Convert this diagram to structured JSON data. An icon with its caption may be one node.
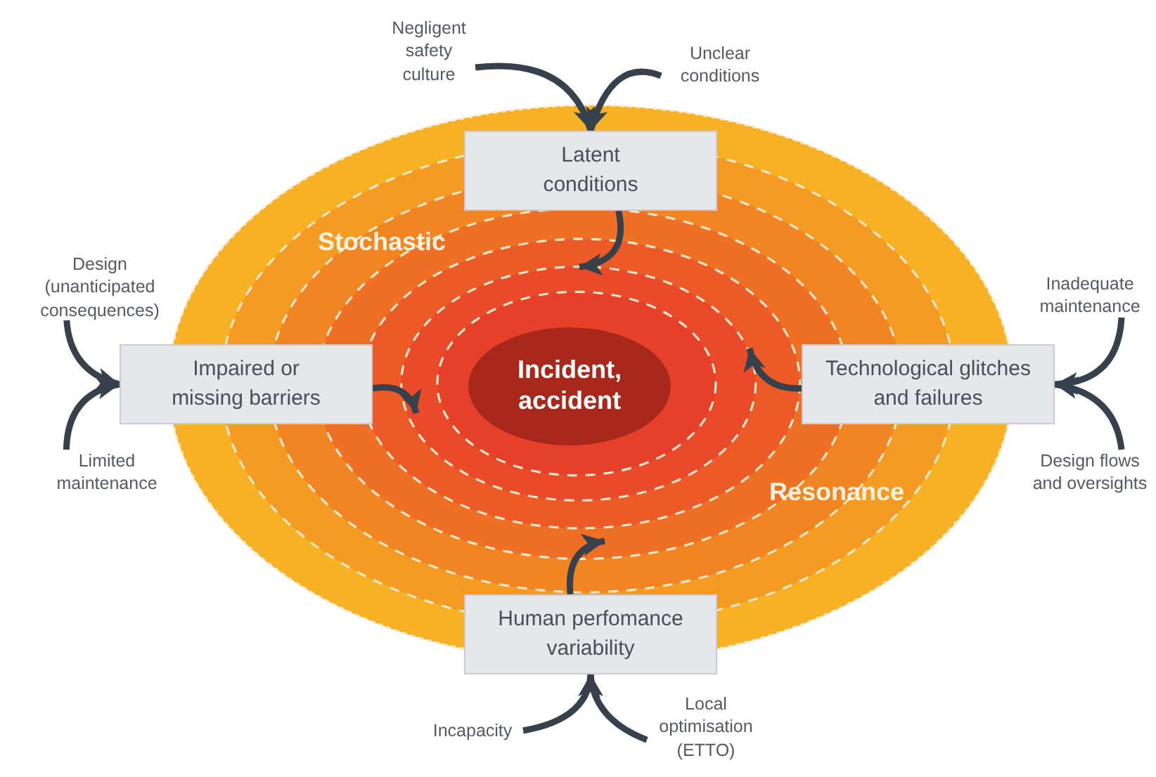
{
  "diagram": {
    "nodes": [
      {
        "text": [
          "Negligent safety culture"
        ]
      },
      {
        "text": [
          "Unclear conditions"
        ]
      },
      {
        "text": [
          "Latent conditions"
        ]
      },
      {
        "text": [
          "Design (unanticipated consequences)"
        ]
      },
      {
        "text": [
          "Limited maintenance"
        ]
      },
      {
        "text": [
          "Impaired or missing barriers"
        ]
      },
      {
        "text": [
          "Incident, accident"
        ]
      },
      {
        "text": [
          "Technological glitches and failures"
        ]
      },
      {
        "text": [
          "Inadequate maintenance"
        ]
      },
      {
        "text": [
          "Design flows and oversights"
        ]
      },
      {
        "text": [
          "Human perfomance variability"
        ]
      },
      {
        "text": [
          "Incapacity"
        ]
      },
      {
        "text": [
          "Local optimisation (ETTO)"
        ]
      }
    ],
    "edges": [
      {
        "from": 0,
        "to": 2,
        "arrow": "to"
      },
      {
        "from": 1,
        "to": 2,
        "arrow": "to"
      },
      {
        "from": 2,
        "to": null,
        "arrow": "to"
      },
      {
        "from": 3,
        "to": 5,
        "arrow": "to"
      },
      {
        "from": 4,
        "to": 5,
        "arrow": "to"
      },
      {
        "from": 5,
        "to": null,
        "arrow": "to"
      },
      {
        "from": 8,
        "to": 7,
        "arrow": "to"
      },
      {
        "from": 9,
        "to": 7,
        "arrow": "to"
      },
      {
        "from": 7,
        "to": null,
        "arrow": "to"
      },
      {
        "from": 11,
        "to": 10,
        "arrow": "to"
      },
      {
        "from": 12,
        "to": 10,
        "arrow": "to"
      },
      {
        "from": 10,
        "to": null,
        "arrow": "to"
      }
    ],
    "labels": [
      "Stochastic",
      "Resonance"
    ]
  }
}
